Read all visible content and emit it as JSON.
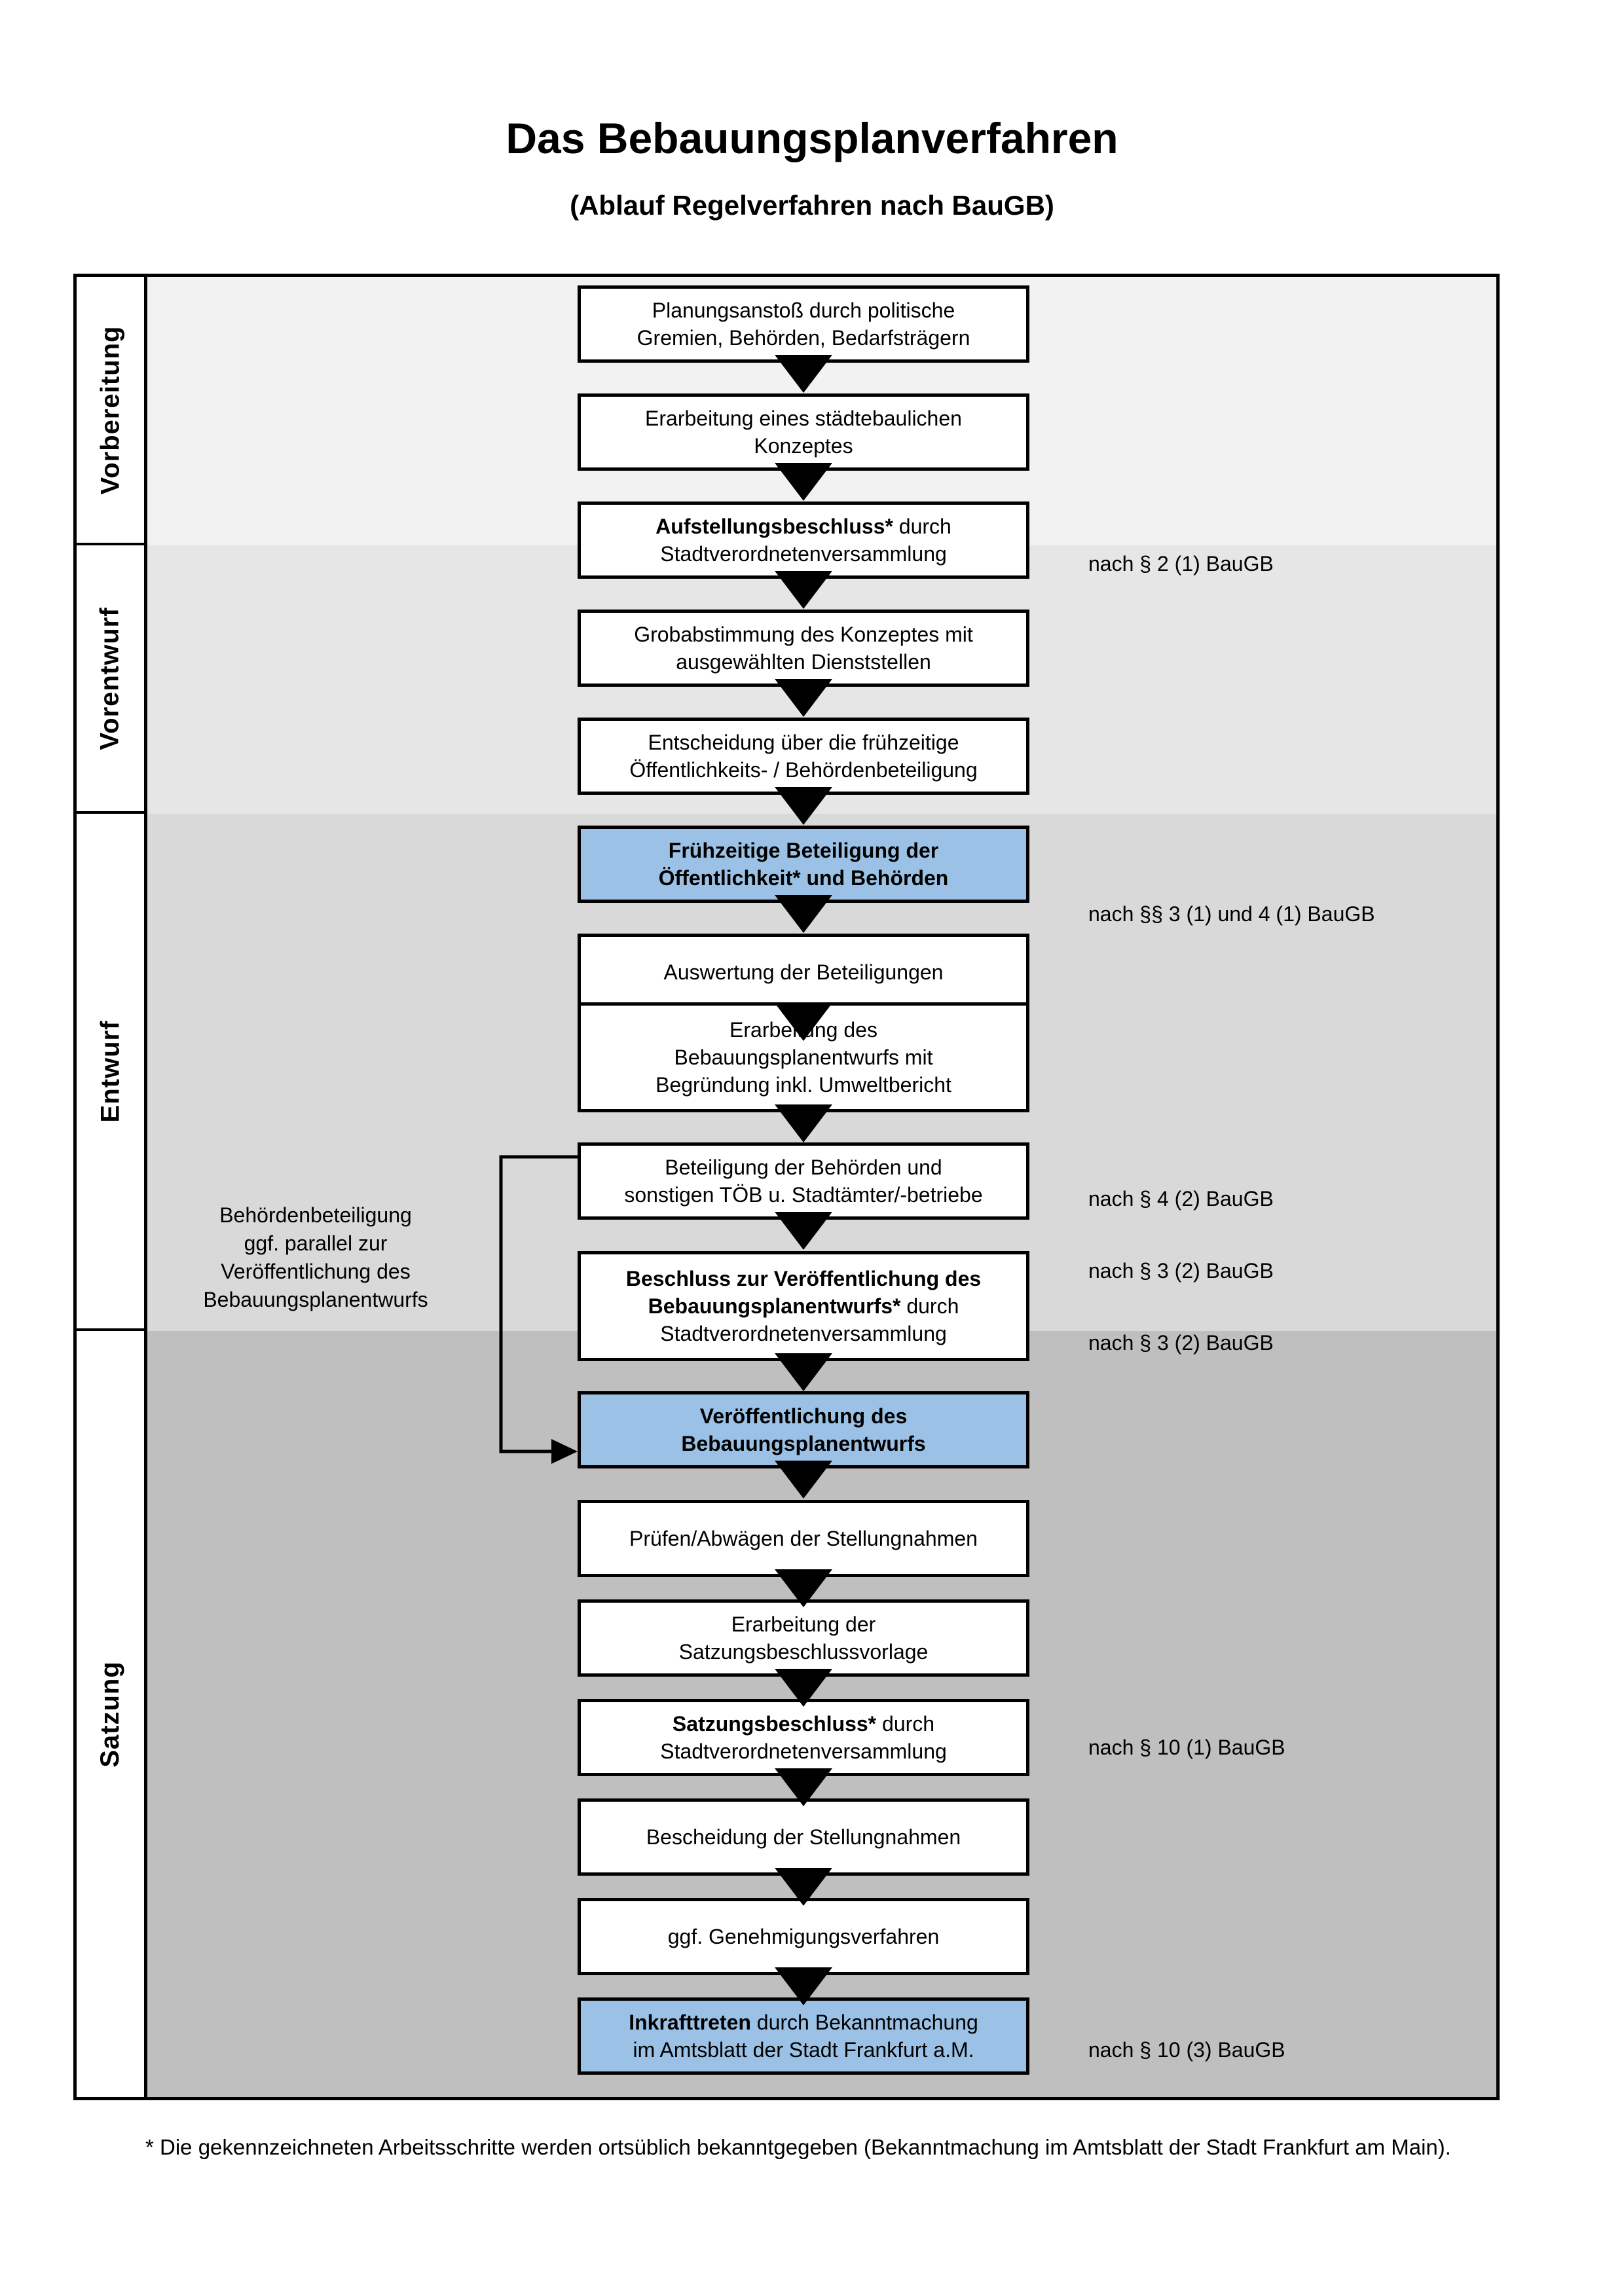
{
  "header": {
    "title": "Das Bebauungsplanverfahren",
    "subtitle": "(Ablauf Regelverfahren nach BauGB)"
  },
  "phases": [
    {
      "id": "vorbereitung",
      "label": "Vorbereitung"
    },
    {
      "id": "vorentwurf",
      "label": "Vorentwurf"
    },
    {
      "id": "entwurf",
      "label": "Entwurf"
    },
    {
      "id": "satzung",
      "label": "Satzung"
    }
  ],
  "band_colors": {
    "vorbereitung": "#f2f2f2",
    "vorentwurf": "#e6e6e6",
    "entwurf": "#d9d9d9",
    "satzung": "#bfbfbf",
    "highlight_blue": "#9bc2e6",
    "box_fill": "#ffffff",
    "stroke": "#000000"
  },
  "steps": [
    {
      "id": "s1",
      "phase": "vorbereitung",
      "highlight": false,
      "lines": [
        {
          "text": "Planungsanstoß durch politische",
          "bold": false
        },
        {
          "text": "Gremien, Behörden, Bedarfsträgern",
          "bold": false
        }
      ]
    },
    {
      "id": "s2",
      "phase": "vorbereitung",
      "highlight": false,
      "lines": [
        {
          "text": "Erarbeitung eines städtebaulichen",
          "bold": false
        },
        {
          "text": "Konzeptes",
          "bold": false
        }
      ]
    },
    {
      "id": "s3",
      "phase": "vorbereitung",
      "highlight": false,
      "lines": [
        {
          "text": "Aufstellungsbeschluss*",
          "bold": true,
          "suffix": " durch"
        },
        {
          "text": "Stadtverordnetenversammlung",
          "bold": false
        }
      ]
    },
    {
      "id": "s4",
      "phase": "vorentwurf",
      "highlight": false,
      "lines": [
        {
          "text": "Grobabstimmung des Konzeptes mit",
          "bold": false
        },
        {
          "text": "ausgewählten Dienststellen",
          "bold": false
        }
      ]
    },
    {
      "id": "s5",
      "phase": "vorentwurf",
      "highlight": false,
      "lines": [
        {
          "text": "Entscheidung über die frühzeitige",
          "bold": false
        },
        {
          "text": "Öffentlichkeits- / Behördenbeteiligung",
          "bold": false
        }
      ]
    },
    {
      "id": "s6",
      "phase": "vorentwurf",
      "highlight": true,
      "lines": [
        {
          "text": "Frühzeitige Beteiligung der",
          "bold": true
        },
        {
          "text": "Öffentlichkeit* und Behörden",
          "bold": true
        }
      ]
    },
    {
      "id": "s7",
      "phase": "entwurf",
      "highlight": false,
      "lines": [
        {
          "text": "Auswertung der Beteiligungen",
          "bold": false
        }
      ]
    },
    {
      "id": "s8",
      "phase": "entwurf",
      "highlight": false,
      "lines": [
        {
          "text": "Erarbeitung des",
          "bold": false
        },
        {
          "text": "Bebauungsplanentwurfs mit",
          "bold": false
        },
        {
          "text": "Begründung inkl. Umweltbericht",
          "bold": false
        }
      ]
    },
    {
      "id": "s9",
      "phase": "entwurf",
      "highlight": false,
      "lines": [
        {
          "text": "Beteiligung der Behörden und",
          "bold": false
        },
        {
          "text": "sonstigen TÖB u. Stadtämter/-betriebe",
          "bold": false
        }
      ]
    },
    {
      "id": "s10",
      "phase": "entwurf",
      "highlight": false,
      "lines": [
        {
          "text": "Beschluss zur Veröffentlichung des",
          "bold": true
        },
        {
          "text": "Bebauungsplanentwurfs*",
          "bold": true,
          "suffix": " durch"
        },
        {
          "text": "Stadtverordnetenversammlung",
          "bold": false
        }
      ]
    },
    {
      "id": "s11",
      "phase": "entwurf",
      "highlight": true,
      "lines": [
        {
          "text": "Veröffentlichung des",
          "bold": true
        },
        {
          "text": "Bebauungsplanentwurfs",
          "bold": true
        }
      ]
    },
    {
      "id": "s12",
      "phase": "satzung",
      "highlight": false,
      "lines": [
        {
          "text": "Prüfen/Abwägen der Stellungnahmen",
          "bold": false
        }
      ]
    },
    {
      "id": "s13",
      "phase": "satzung",
      "highlight": false,
      "lines": [
        {
          "text": "Erarbeitung der",
          "bold": false
        },
        {
          "text": "Satzungsbeschlussvorlage",
          "bold": false
        }
      ]
    },
    {
      "id": "s14",
      "phase": "satzung",
      "highlight": false,
      "lines": [
        {
          "text": "Satzungsbeschluss*",
          "bold": true,
          "suffix": " durch"
        },
        {
          "text": "Stadtverordnetenversammlung",
          "bold": false
        }
      ]
    },
    {
      "id": "s15",
      "phase": "satzung",
      "highlight": false,
      "lines": [
        {
          "text": "Bescheidung der Stellungnahmen",
          "bold": false
        }
      ]
    },
    {
      "id": "s16",
      "phase": "satzung",
      "highlight": false,
      "lines": [
        {
          "text": "ggf. Genehmigungsverfahren",
          "bold": false
        }
      ]
    },
    {
      "id": "s17",
      "phase": "satzung",
      "highlight": true,
      "lines": [
        {
          "text": "Inkrafttreten",
          "bold": true,
          "suffix": " durch Bekanntmachung"
        },
        {
          "text": "im Amtsblatt der Stadt Frankfurt a.M.",
          "bold": false
        }
      ]
    }
  ],
  "legal_refs": [
    {
      "id": "r1",
      "text": "nach § 2 (1) BauGB"
    },
    {
      "id": "r2",
      "text": "nach §§ 3 (1) und 4 (1) BauGB"
    },
    {
      "id": "r3",
      "text": "nach § 4 (2) BauGB"
    },
    {
      "id": "r4",
      "text": "nach § 3 (2) BauGB"
    },
    {
      "id": "r5",
      "text": "nach § 3 (2) BauGB"
    },
    {
      "id": "r6",
      "text": "nach § 10 (1) BauGB"
    },
    {
      "id": "r7",
      "text": "nach § 10 (3) BauGB"
    }
  ],
  "side_note": {
    "lines": [
      "Behördenbeteiligung",
      "ggf. parallel zur",
      "Veröffentlichung des",
      "Bebauungsplanentwurfs"
    ]
  },
  "footnote": {
    "text": "* Die gekennzeichneten Arbeitsschritte werden ortsüblich bekanntgegeben (Bekanntmachung im Amtsblatt  der Stadt Frankfurt am Main)."
  }
}
